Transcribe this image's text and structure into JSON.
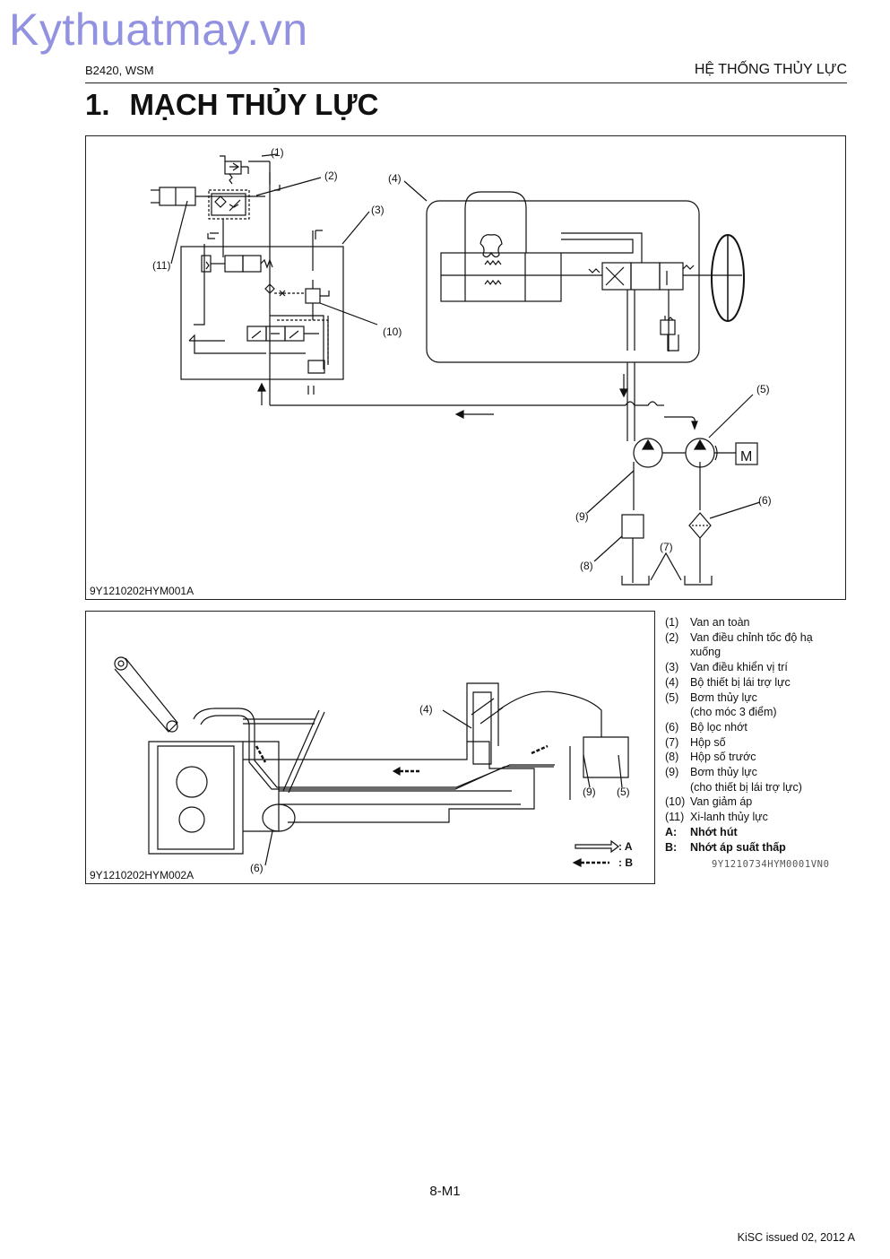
{
  "watermark": "Kythuatmay.vn",
  "header": {
    "model": "B2420, WSM",
    "section": "HỆ THỐNG THỦY LỰC"
  },
  "title": {
    "number": "1.",
    "text": "MẠCH THỦY LỰC"
  },
  "figure1": {
    "id": "9Y1210202HYM001A",
    "callouts": [
      "(1)",
      "(2)",
      "(3)",
      "(4)",
      "(5)",
      "(6)",
      "(7)",
      "(8)",
      "(9)",
      "(10)",
      "(11)"
    ],
    "motor_symbol": "M"
  },
  "figure2": {
    "id": "9Y1210202HYM002A",
    "callouts": [
      "(4)",
      "(9)",
      "(5)",
      "(6)"
    ],
    "key_a": ": A",
    "key_b": ": B"
  },
  "legend": {
    "items": [
      {
        "key": "(1)",
        "lines": [
          "Van an toàn"
        ]
      },
      {
        "key": "(2)",
        "lines": [
          "Van điều chỉnh tốc độ hạ",
          "xuống"
        ]
      },
      {
        "key": "(3)",
        "lines": [
          "Van điều khiển vị trí"
        ]
      },
      {
        "key": "(4)",
        "lines": [
          "Bộ thiết bị lái trợ lực"
        ]
      },
      {
        "key": "(5)",
        "lines": [
          "Bơm thủy lực",
          "(cho móc 3 điểm)"
        ]
      },
      {
        "key": "(6)",
        "lines": [
          "Bộ lọc nhớt"
        ]
      },
      {
        "key": "(7)",
        "lines": [
          "Hộp số"
        ]
      },
      {
        "key": "(8)",
        "lines": [
          "Hộp số trước"
        ]
      },
      {
        "key": "(9)",
        "lines": [
          "Bơm thủy lực",
          "(cho thiết bị lái trợ lực)"
        ]
      },
      {
        "key": "(10)",
        "lines": [
          "Van giảm áp"
        ]
      },
      {
        "key": "(11)",
        "lines": [
          "Xi-lanh thủy lực"
        ]
      },
      {
        "key": "A:",
        "lines": [
          "Nhớt hút"
        ],
        "bold": true
      },
      {
        "key": "B:",
        "lines": [
          "Nhớt áp suất thấp"
        ],
        "bold": true
      }
    ],
    "doc_code": "9Y1210734HYM0001VN0"
  },
  "footer": {
    "page": "8-M1",
    "issued": "KiSC issued 02, 2012 A"
  }
}
